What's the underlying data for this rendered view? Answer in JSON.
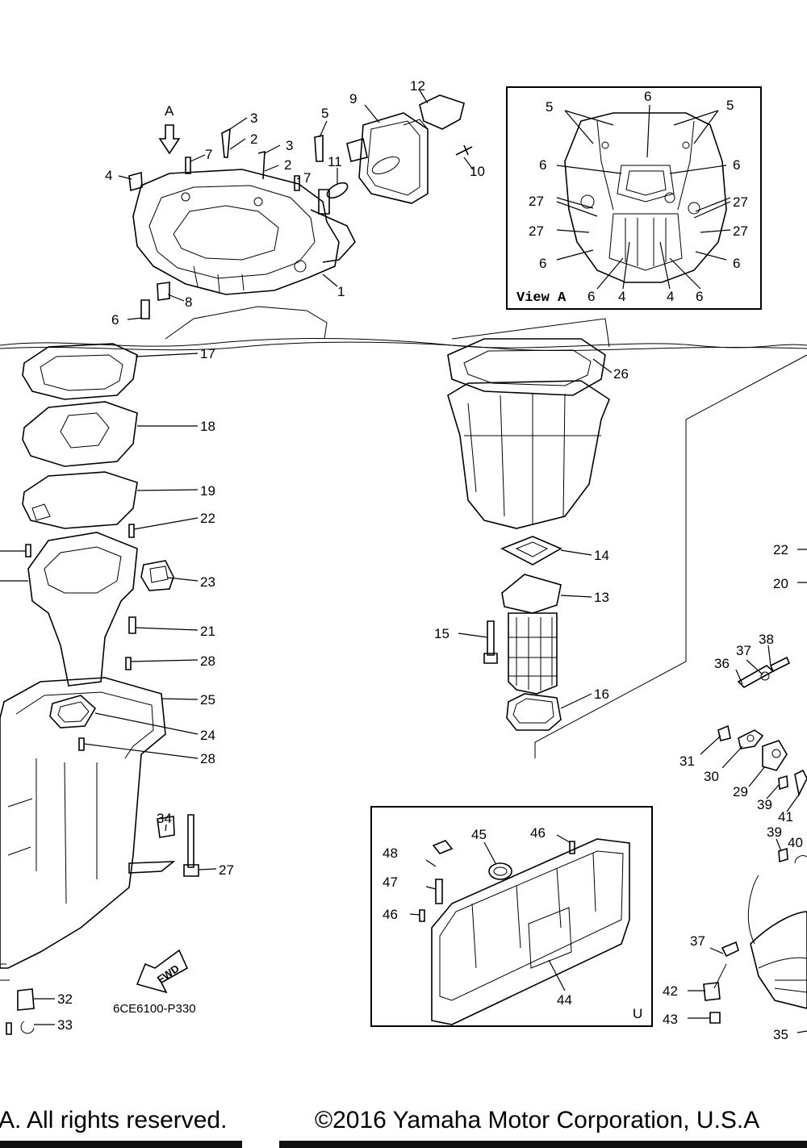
{
  "view_a": {
    "title": "View A",
    "callouts": [
      "5",
      "6",
      "5",
      "6",
      "6",
      "27",
      "27",
      "27",
      "27",
      "6",
      "6",
      "6",
      "4",
      "4",
      "6"
    ]
  },
  "arrow_a_label": "A",
  "fwd_label": "FWD",
  "drawing_code": "6CE6100-P330",
  "inset_u_label": "U",
  "callouts": {
    "top": [
      "12",
      "9",
      "5",
      "3",
      "2",
      "3",
      "2",
      "7",
      "7",
      "4",
      "11",
      "10",
      "1",
      "8",
      "6"
    ],
    "left": [
      "17",
      "18",
      "19",
      "22",
      "23",
      "21",
      "28",
      "25",
      "24",
      "28",
      "34",
      "27",
      "32",
      "33"
    ],
    "center": [
      "26",
      "14",
      "13",
      "15",
      "16"
    ],
    "right": [
      "22",
      "20",
      "38",
      "37",
      "36",
      "31",
      "30",
      "29",
      "39",
      "41",
      "39",
      "40",
      "37",
      "42",
      "43",
      "35"
    ],
    "inset": [
      "48",
      "45",
      "46",
      "47",
      "46",
      "44"
    ]
  },
  "footer": {
    "left": "A. All rights reserved.",
    "right": "©2016 Yamaha Motor Corporation, U.S.A"
  }
}
